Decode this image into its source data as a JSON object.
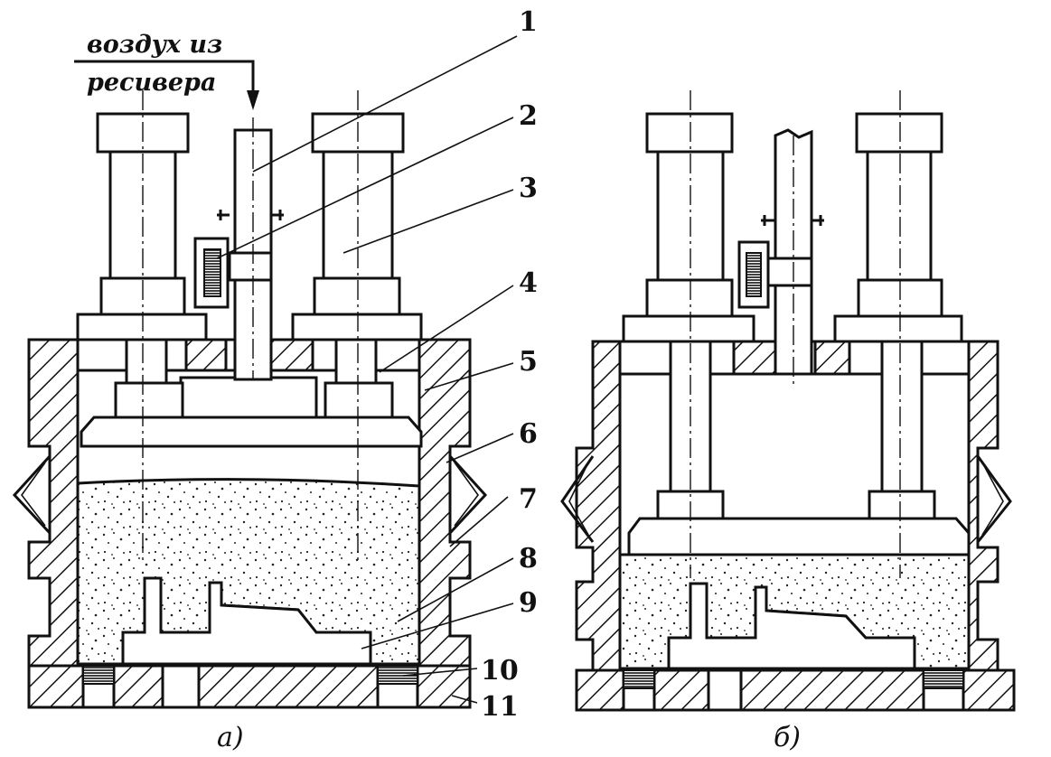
{
  "source_label": {
    "line1": "воздух из",
    "line2": "ресивера"
  },
  "callouts": [
    "1",
    "2",
    "3",
    "4",
    "5",
    "6",
    "7",
    "8",
    "9",
    "10",
    "11"
  ],
  "captions": {
    "left": "а)",
    "right": "б)"
  }
}
